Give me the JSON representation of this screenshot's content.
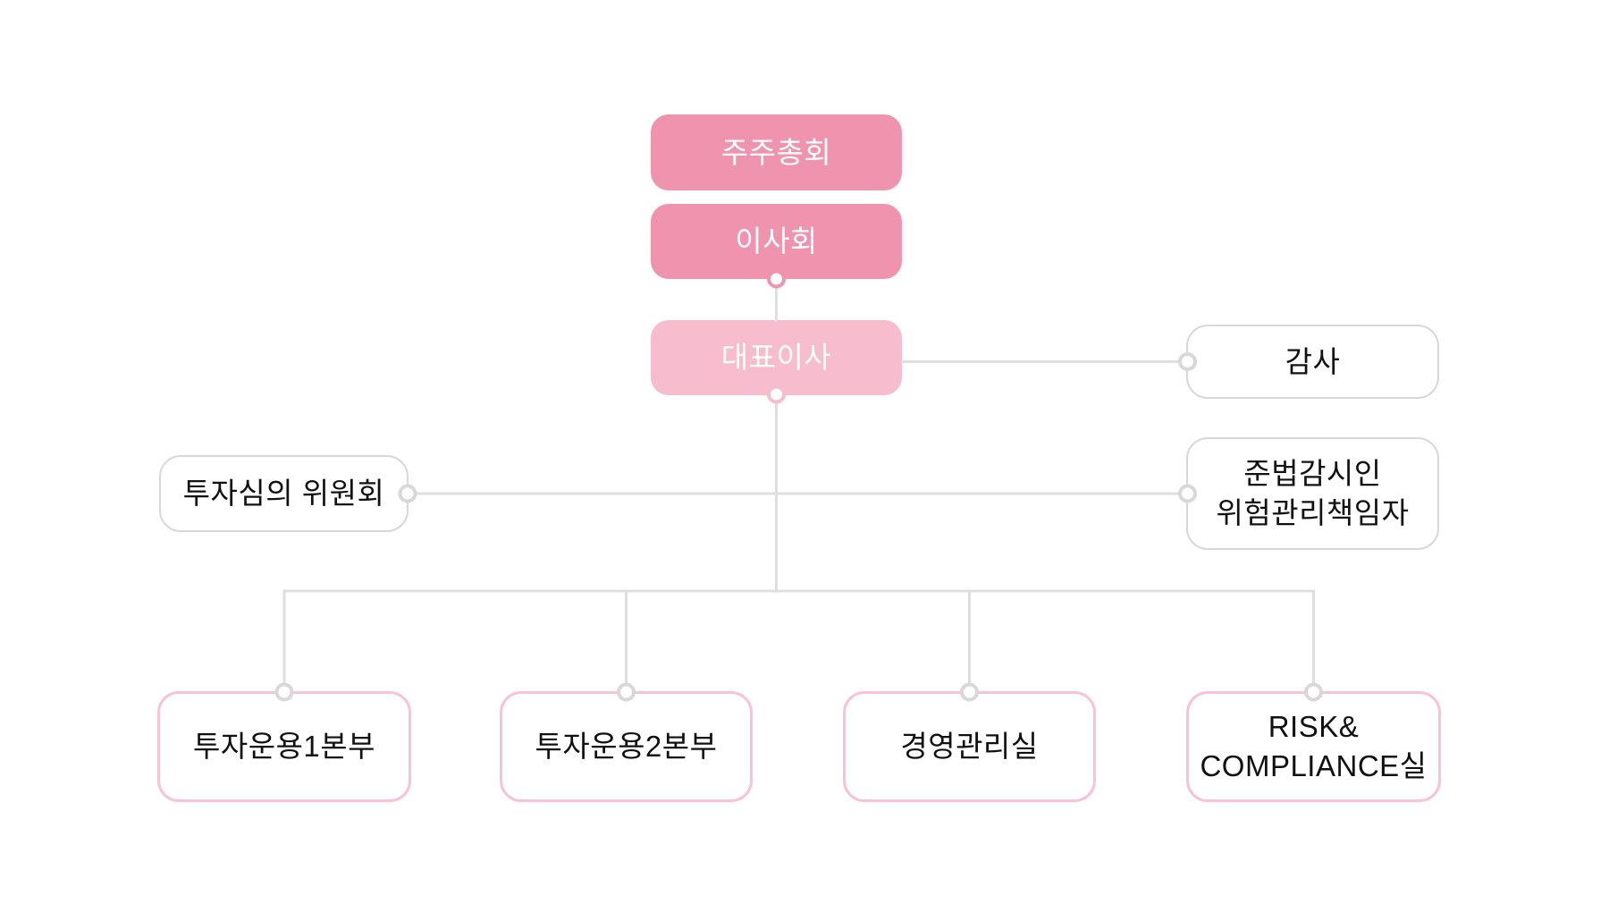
{
  "diagram": {
    "type": "org-chart",
    "nodes": {
      "shareholders_meeting": "주주총회",
      "board_of_directors": "이사회",
      "ceo": "대표이사",
      "auditor": "감사",
      "investment_review_committee": "투자심의 위원회",
      "compliance_risk_officer": "준법감시인\n위험관리책임자",
      "investment_division_1": "투자운용1본부",
      "investment_division_2": "투자운용2본부",
      "management_office": "경영관리실",
      "risk_compliance_office": "RISK&\nCOMPLIANCE실"
    },
    "colors": {
      "solid_box_pink": "#f093ae",
      "solid_box_light_pink": "#f7bccd",
      "outline_box_pink_border": "#f9c3d3",
      "outline_box_gray_border": "#d8d8d8",
      "connector_line_gray": "#dfdfdf",
      "text_dark": "#111111",
      "text_white": "#ffffff"
    }
  }
}
